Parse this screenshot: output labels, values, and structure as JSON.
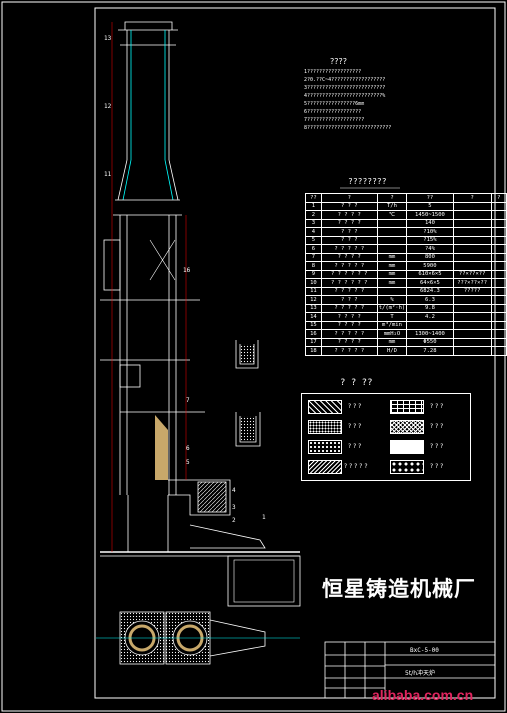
{
  "notes": {
    "title": "????",
    "lines": [
      "1??????????????????",
      "2?0.??C~4??????????????????",
      "3??????????????????????????",
      "4?????????????????????????%",
      "5????????????????6mm",
      "6??????????????????",
      "7???????????????????",
      "8????????????????????????????"
    ]
  },
  "spec_table": {
    "title": "????????",
    "header": [
      "??",
      "?",
      "?",
      "??",
      "?",
      "?"
    ],
    "rows": [
      [
        "1",
        "? ? ?",
        "T/h",
        "5",
        "",
        ""
      ],
      [
        "2",
        "? ? ? ?",
        "℃",
        "1450~1500",
        "",
        ""
      ],
      [
        "3",
        "? ? ? ?",
        "",
        "140",
        "",
        ""
      ],
      [
        "4",
        "? ? ?",
        "",
        "?10%",
        "",
        ""
      ],
      [
        "5",
        "? ? ?",
        "",
        "?15%",
        "",
        ""
      ],
      [
        "6",
        "? ? ? ? ?",
        "",
        "?4%",
        "",
        ""
      ],
      [
        "7",
        "? ? ? ?",
        "mm",
        "800",
        "",
        ""
      ],
      [
        "8",
        "? ? ? ? ?",
        "mm",
        "5900",
        "",
        ""
      ],
      [
        "9",
        "? ? ? ? ? ?",
        "mm",
        "610×6×5",
        "??×??×??",
        ""
      ],
      [
        "10",
        "? ? ? ? ? ?",
        "mm",
        "64×6×5",
        "???×??×??",
        ""
      ],
      [
        "11",
        "? ? ? ? ?",
        "",
        "6824.3",
        "?????",
        ""
      ],
      [
        "12",
        "? ? ?",
        "%",
        "6.3",
        "",
        ""
      ],
      [
        "13",
        "? ? ? ? ?",
        "t/(m²·h)",
        "9.8",
        "",
        ""
      ],
      [
        "14",
        "? ? ? ?",
        "T",
        "4.2",
        "",
        ""
      ],
      [
        "15",
        "? ? ? ?",
        "m³/min",
        "",
        "",
        ""
      ],
      [
        "16",
        "? ? ? ? ?",
        "mmH₂O",
        "1300~1400",
        "",
        ""
      ],
      [
        "17",
        "? ? ? ?",
        "mm",
        "Φ550",
        "",
        ""
      ],
      [
        "18",
        "? ? ? ? ?",
        "H/D",
        "7.28",
        "",
        ""
      ]
    ]
  },
  "legend": {
    "title": "? ? ??",
    "items": [
      {
        "label": "? ? ?"
      },
      {
        "label": "? ? ?"
      },
      {
        "label": "? ? ?"
      },
      {
        "label": "? ? ?"
      },
      {
        "label": "? ? ?"
      },
      {
        "label": "? ? ?"
      },
      {
        "label": "? ? ? ? ?"
      },
      {
        "label": "? ? ?"
      }
    ]
  },
  "part_labels": [
    "13",
    "12",
    "11",
    "16",
    "7",
    "6",
    "5",
    "4",
    "3",
    "2",
    "1"
  ],
  "factory_name": "恒星铸造机械厂",
  "title_block": {
    "drawing_no": "BxC-5-00",
    "name": "5t/h冲天炉"
  },
  "watermark": "alibaba.com.cn",
  "colors": {
    "background": "#000000",
    "lines": "#ffffff",
    "accent": "#00ffff",
    "dims": "#ff0000",
    "watermark": "#e0245e"
  }
}
